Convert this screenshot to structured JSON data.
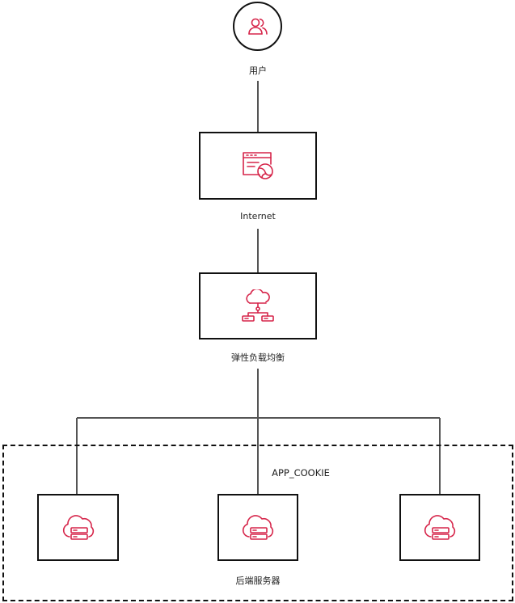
{
  "colors": {
    "accent": "#d6254a",
    "line": "#555555",
    "border": "#111111"
  },
  "nodes": {
    "user": {
      "label": "用户",
      "icon": "users-icon"
    },
    "internet": {
      "label": "Internet",
      "icon": "browser-globe-icon"
    },
    "load_balancer": {
      "label": "弹性负载均衡",
      "icon": "cloud-network-icon"
    },
    "backend_group": {
      "label": "APP_COOKIE",
      "servers_label": "后端服务器",
      "servers": [
        {
          "icon": "cloud-server-icon"
        },
        {
          "icon": "cloud-server-icon"
        },
        {
          "icon": "cloud-server-icon"
        }
      ]
    }
  }
}
